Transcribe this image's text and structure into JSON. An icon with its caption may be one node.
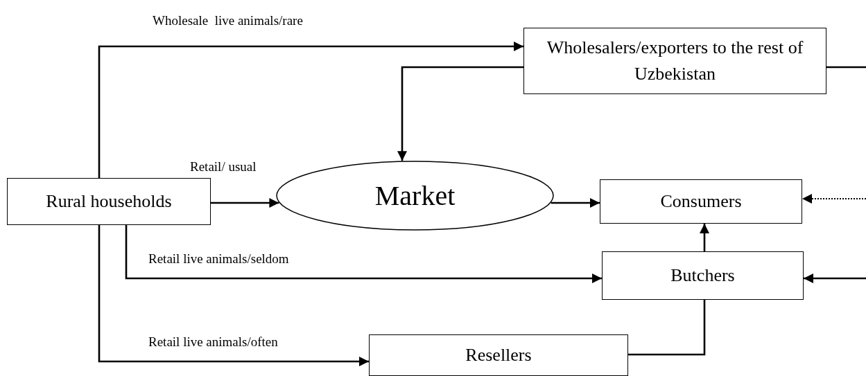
{
  "diagram": {
    "nodes": [
      {
        "text": [
          "Rural households"
        ]
      },
      {
        "text": [
          "Wholesalers/exporters to the rest of Uzbekistan"
        ]
      },
      {
        "text": [
          "Market"
        ]
      },
      {
        "text": [
          "Consumers"
        ]
      },
      {
        "text": [
          "Butchers"
        ]
      },
      {
        "text": [
          "Resellers"
        ]
      }
    ],
    "edges": [
      {
        "from": 0,
        "to": 1,
        "arrow": "to",
        "label": "Wholesale  live animals/rare"
      },
      {
        "from": 1,
        "to": 2,
        "arrow": "to"
      },
      {
        "from": 0,
        "to": 2,
        "arrow": "to",
        "label": "Retail/ usual"
      },
      {
        "from": 2,
        "to": 3,
        "arrow": "to"
      },
      {
        "from": 0,
        "to": 4,
        "arrow": "to",
        "label": "Retail live animals/seldom"
      },
      {
        "from": 0,
        "to": 5,
        "arrow": "to",
        "label": "Retail live animals/often"
      },
      {
        "from": 4,
        "to": 3,
        "arrow": "to"
      },
      {
        "from": 5,
        "to": 4,
        "arrow": "none"
      },
      {
        "from": 1,
        "to": null,
        "arrow": "none"
      },
      {
        "from": null,
        "to": 3,
        "arrow": "to",
        "style": "dashed"
      },
      {
        "from": null,
        "to": 4,
        "arrow": "to"
      }
    ]
  }
}
